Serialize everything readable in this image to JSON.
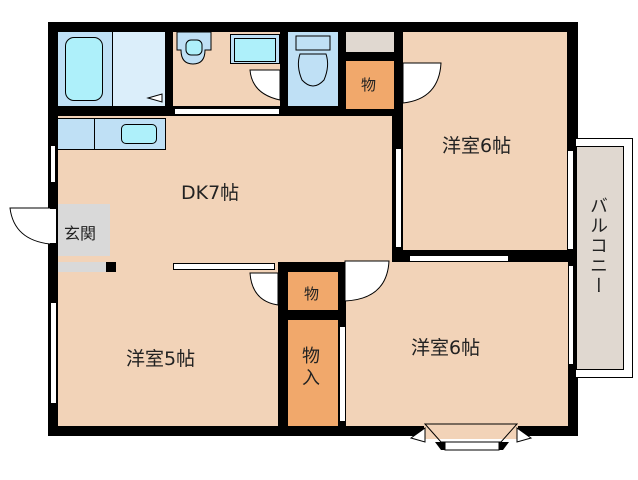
{
  "floorplan": {
    "layout": "2DK",
    "rooms": [
      {
        "id": "dk",
        "label": "DK7帖",
        "type": "dining-kitchen",
        "size_jo": 7
      },
      {
        "id": "western-ne",
        "label": "洋室6帖",
        "type": "western-room",
        "size_jo": 6
      },
      {
        "id": "western-sw",
        "label": "洋室5帖",
        "type": "western-room",
        "size_jo": 5
      },
      {
        "id": "western-se",
        "label": "洋室6帖",
        "type": "western-room",
        "size_jo": 6
      },
      {
        "id": "entrance",
        "label": "玄関",
        "type": "entrance"
      },
      {
        "id": "storage-top",
        "label": "物",
        "type": "storage"
      },
      {
        "id": "storage-mid",
        "label": "物",
        "type": "storage"
      },
      {
        "id": "closet",
        "label": "物入",
        "type": "closet"
      },
      {
        "id": "balcony",
        "label": "バルコニー",
        "type": "balcony"
      },
      {
        "id": "bath",
        "label": "",
        "type": "bathroom"
      },
      {
        "id": "washroom",
        "label": "",
        "type": "washroom"
      },
      {
        "id": "toilet",
        "label": "",
        "type": "toilet"
      }
    ],
    "colors": {
      "floor": "#f2d3b8",
      "wet_area": "#bfe0f5",
      "fixture": "#aef0fa",
      "storage": "#f1a86b",
      "entrance": "#d9d9d9",
      "balcony": "#e0d8d0",
      "wall": "#000000"
    }
  }
}
